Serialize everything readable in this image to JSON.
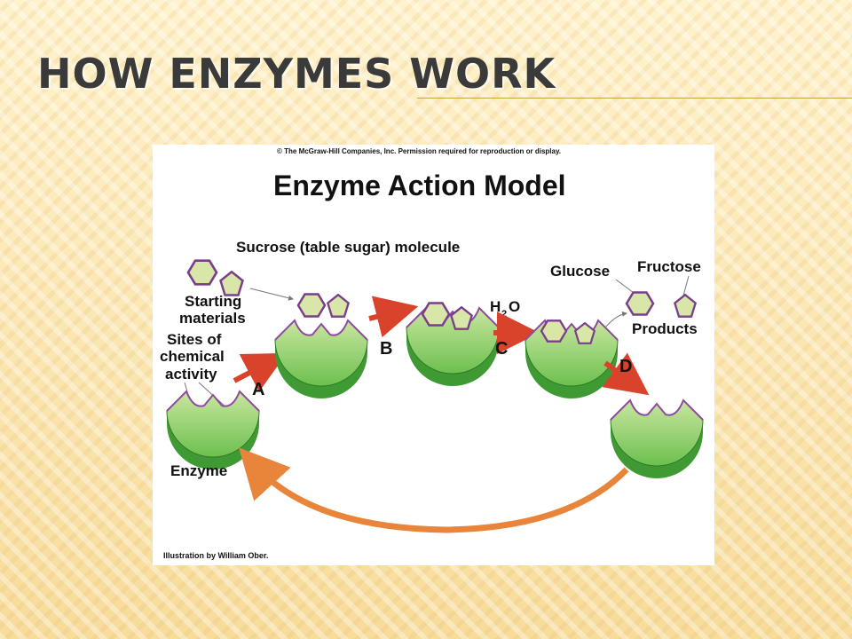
{
  "slide": {
    "title": "How Enzymes Work"
  },
  "figure": {
    "copyright": "© The McGraw-Hill Companies, Inc. Permission required for reproduction or display.",
    "title": "Enzyme Action Model",
    "labels": {
      "sucrose": "Sucrose (table sugar) molecule",
      "starting_line1": "Starting",
      "starting_line2": "materials",
      "sites_line1": "Sites of",
      "sites_line2": "chemical",
      "sites_line3": "activity",
      "enzyme": "Enzyme",
      "glucose": "Glucose",
      "fructose": "Fructose",
      "products": "Products",
      "water_h": "H",
      "water_sub": "2",
      "water_o": "O"
    },
    "steps": [
      "A",
      "B",
      "C",
      "D"
    ],
    "credit": "Illustration by William Ober.",
    "colors": {
      "enzyme_fill": "#b7dd8a",
      "enzyme_shade": "#5fb84a",
      "sugar_fill": "#d8e6a8",
      "sugar_edge": "#7a3f8c",
      "step_arrow": "#d9422b",
      "return_arrow": "#e8853a"
    }
  }
}
